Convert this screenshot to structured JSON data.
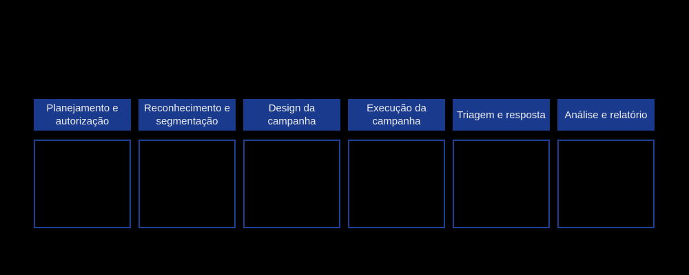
{
  "background_color": "#000000",
  "diagram": {
    "header_fill_color": "#1a3a8d",
    "header_text_color": "#e9ebee",
    "body_border_color": "#1e4197",
    "stages": [
      {
        "label": "Planejamento e autorização"
      },
      {
        "label": "Reconhecimento e segmentação"
      },
      {
        "label": "Design da campanha"
      },
      {
        "label": "Execução da campanha"
      },
      {
        "label": "Triagem e resposta"
      },
      {
        "label": "Análise e relatório"
      }
    ]
  }
}
